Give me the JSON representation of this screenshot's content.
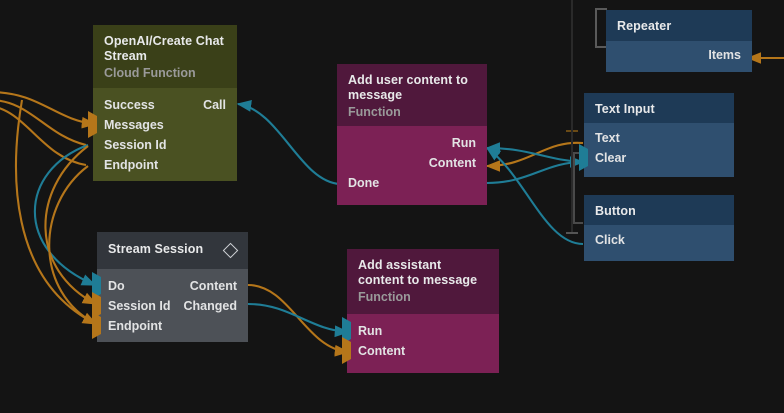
{
  "canvas": {
    "background": "#141414",
    "wire_colors": {
      "exec": "#1f7d96",
      "data": "#b5761a"
    }
  },
  "nodes": [
    {
      "id": "openai-create-chat-stream",
      "title": "OpenAI/Create Chat Stream",
      "subtitle": "Cloud Function",
      "color": "olive",
      "inputs": [
        {
          "label": "Success",
          "marker": "dot",
          "color": "teal"
        },
        {
          "label": "Messages",
          "marker": "tri",
          "color": "orange"
        },
        {
          "label": "Session Id",
          "marker": "dot",
          "color": "orange"
        },
        {
          "label": "Endpoint",
          "marker": "dot",
          "color": "orange"
        }
      ],
      "outputs": [
        {
          "label": "Call",
          "marker": "none",
          "color": "teal"
        }
      ]
    },
    {
      "id": "add-user-content-to-message",
      "title": "Add user content to message",
      "subtitle": "Function",
      "color": "magenta",
      "inputs": [
        {
          "label": "Done",
          "marker": "dot",
          "color": "teal"
        }
      ],
      "outputs": [
        {
          "label": "Run",
          "marker": "none",
          "color": "teal"
        },
        {
          "label": "Content",
          "marker": "none",
          "color": "orange"
        }
      ]
    },
    {
      "id": "stream-session",
      "title": "Stream Session",
      "subtitle": "",
      "color": "gray",
      "badge": "diamond-icon",
      "inputs": [
        {
          "label": "Do",
          "marker": "tri",
          "color": "teal"
        },
        {
          "label": "Session Id",
          "marker": "tri",
          "color": "orange"
        },
        {
          "label": "Endpoint",
          "marker": "tri",
          "color": "orange"
        }
      ],
      "outputs": [
        {
          "label": "Content",
          "marker": "dot",
          "color": "orange"
        },
        {
          "label": "Changed",
          "marker": "dot",
          "color": "teal"
        }
      ]
    },
    {
      "id": "add-assistant-content-to-message",
      "title": "Add assistant content to message",
      "subtitle": "Function",
      "color": "magenta",
      "inputs": [
        {
          "label": "Run",
          "marker": "tri",
          "color": "teal"
        },
        {
          "label": "Content",
          "marker": "tri",
          "color": "orange"
        }
      ],
      "outputs": []
    },
    {
      "id": "repeater",
      "title": "Repeater",
      "subtitle": "",
      "color": "blue",
      "inputs": [],
      "outputs": [
        {
          "label": "Items",
          "marker": "none",
          "color": "orange"
        }
      ]
    },
    {
      "id": "text-input",
      "title": "Text Input",
      "subtitle": "",
      "color": "blue",
      "inputs": [
        {
          "label": "Text",
          "marker": "dot",
          "color": "orange"
        },
        {
          "label": "Clear",
          "marker": "tri",
          "color": "teal"
        }
      ],
      "outputs": []
    },
    {
      "id": "button",
      "title": "Button",
      "subtitle": "",
      "color": "blue",
      "inputs": [
        {
          "label": "Click",
          "marker": "dot",
          "color": "teal"
        }
      ],
      "outputs": []
    }
  ]
}
